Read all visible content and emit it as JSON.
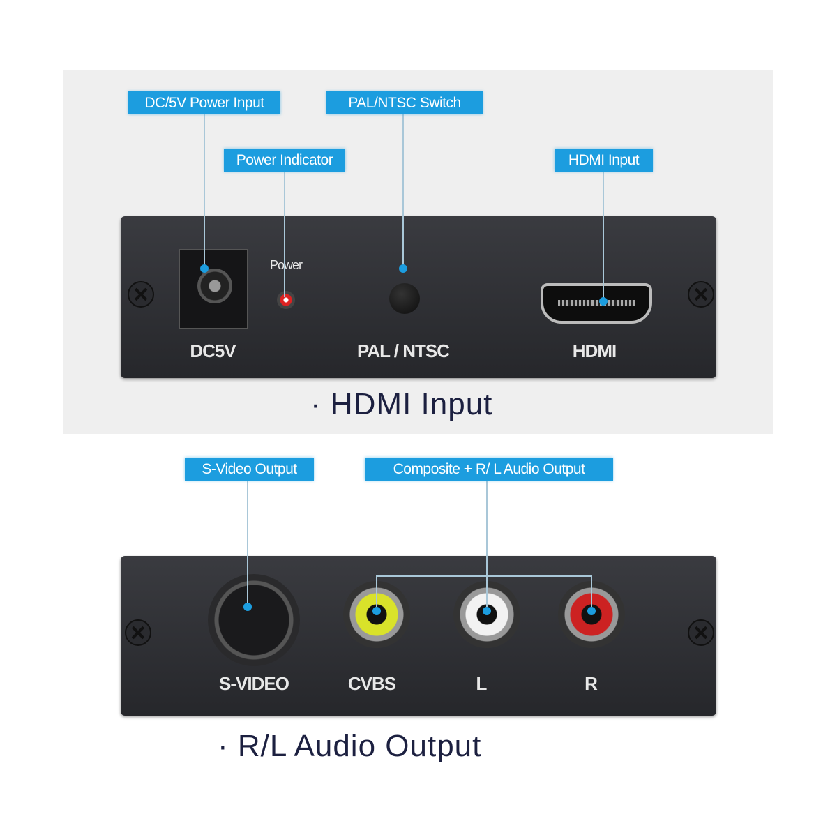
{
  "top": {
    "callouts": {
      "dc_power": "DC/5V Power Input",
      "power_indicator": "Power Indicator",
      "pal_ntsc_switch": "PAL/NTSC Switch",
      "hdmi_input": "HDMI Input"
    },
    "panel_labels": {
      "power": "Power",
      "dc5v": "DC5V",
      "pal_ntsc": "PAL / NTSC",
      "hdmi": "HDMI"
    },
    "caption": "· HDMI Input"
  },
  "bottom": {
    "callouts": {
      "svideo": "S-Video Output",
      "composite": "Composite + R/ L Audio Output"
    },
    "panel_labels": {
      "svideo": "S-VIDEO",
      "cvbs": "CVBS",
      "l": "L",
      "r": "R"
    },
    "caption": "· R/L Audio Output"
  },
  "colors": {
    "callout": "#1c9ddf",
    "caption": "#1c2040",
    "panel": "#2e2f33"
  }
}
